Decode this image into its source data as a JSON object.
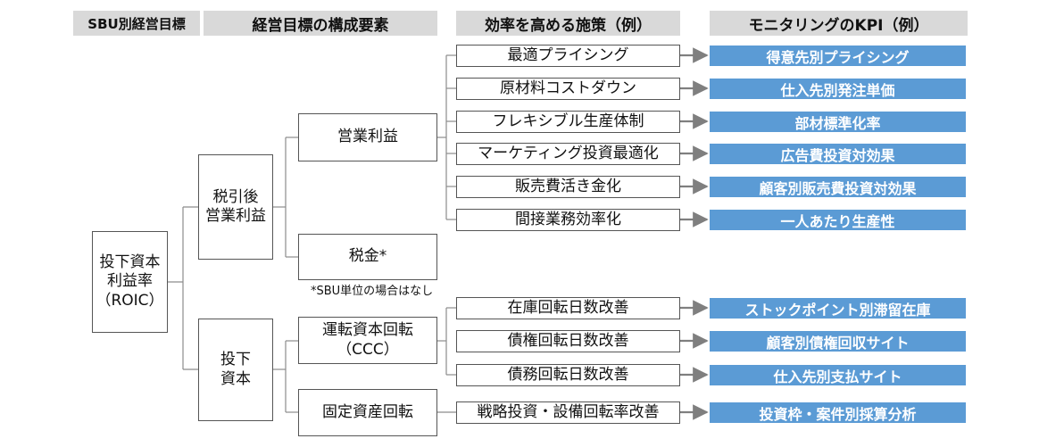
{
  "headers": {
    "col1": "SBU別経営目標",
    "col2": "経営目標の構成要素",
    "col3": "効率を高める施策（例）",
    "col4": "モニタリングのKPI（例）"
  },
  "tree": {
    "roic": "投下資本\n利益率\n（ROIC）",
    "after_tax_op": "税引後\n営業利益",
    "invested": "投下\n資本",
    "op_profit": "営業利益",
    "tax": "税金*",
    "tax_note": "*SBU単位の場合はなし",
    "working_capital": "運転資本回転\n（CCC）",
    "fixed_asset": "固定資産回転"
  },
  "measures": [
    "最適プライシング",
    "原材料コストダウン",
    "フレキシブル生産体制",
    "マーケティング投資最適化",
    "販売費活き金化",
    "間接業務効率化",
    "在庫回転日数改善",
    "債権回転日数改善",
    "債務回転日数改善",
    "戦略投資・設備回転率改善"
  ],
  "kpis": [
    "得意先別プライシング",
    "仕入先別発注単価",
    "部材標準化率",
    "広告費投資対効果",
    "顧客別販売費投資対効果",
    "一人あたり生産性",
    "ストックポイント別滞留在庫",
    "顧客別債権回収サイト",
    "仕入先別支払サイト",
    "投資枠・案件別採算分析"
  ],
  "colors": {
    "kpi_fill": "#5b9bd5",
    "header_fill": "#d9d9d9",
    "arrow": "#7f7f7f"
  }
}
